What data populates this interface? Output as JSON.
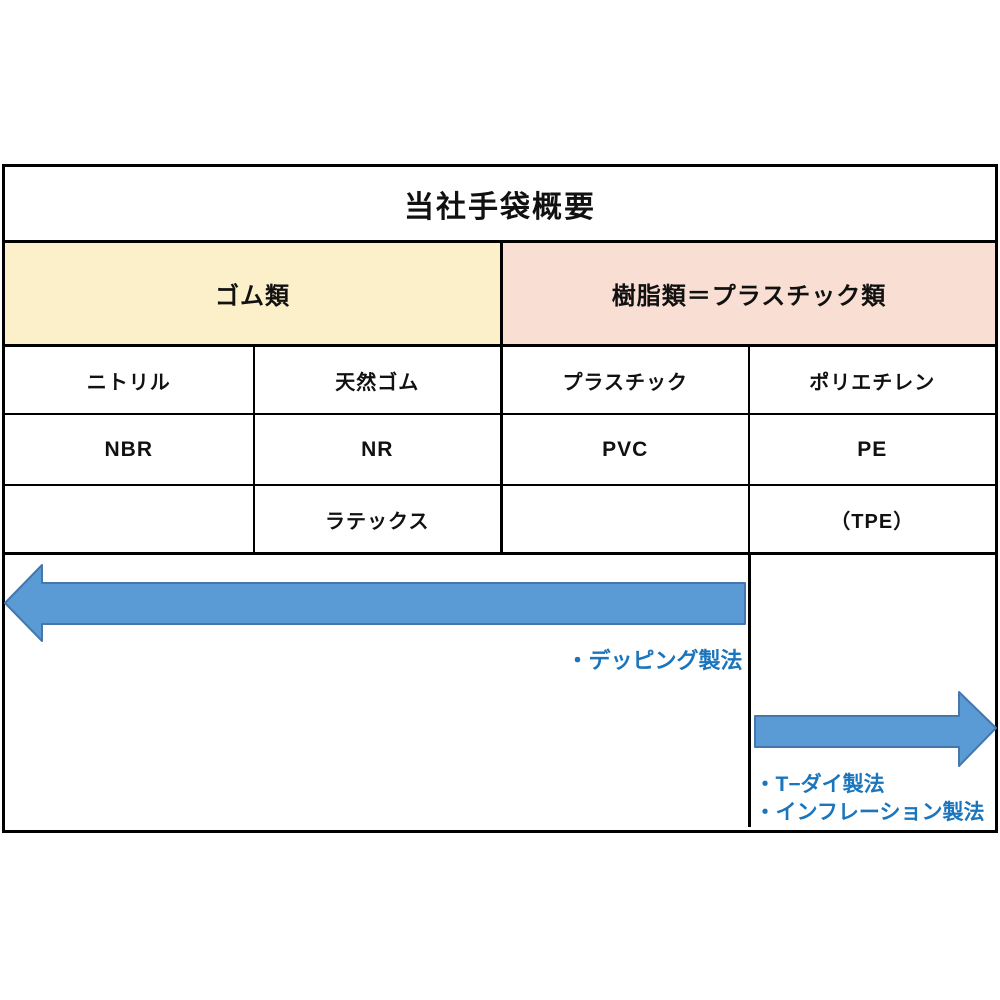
{
  "title": "当社手袋概要",
  "categories": [
    {
      "id": "rubber",
      "label": "ゴム類"
    },
    {
      "id": "plastic",
      "label": "樹脂類＝プラスチック類"
    }
  ],
  "materials": [
    {
      "name": "ニトリル",
      "code": "NBR",
      "variant": ""
    },
    {
      "name": "天然ゴム",
      "code": "NR",
      "variant": "ラテックス"
    },
    {
      "name": "プラスチック",
      "code": "PVC",
      "variant": ""
    },
    {
      "name": "ポリエチレン",
      "code": "PE",
      "variant": "（TPE）"
    }
  ],
  "methods": {
    "rubber_arrow_icon": "left-arrow",
    "plastic_arrow_icon": "right-arrow",
    "dipping": "・デッピング製法",
    "t_die": "・T−ダイ製法",
    "inflation": "・インフレーション製法"
  },
  "colors": {
    "rubber_header_bg": "#FCF0CB",
    "plastic_header_bg": "#F9DFD3",
    "arrow_fill": "#5B9BD5",
    "arrow_border": "#4477AC",
    "method_text": "#1B75BC",
    "table_border": "#000000"
  }
}
